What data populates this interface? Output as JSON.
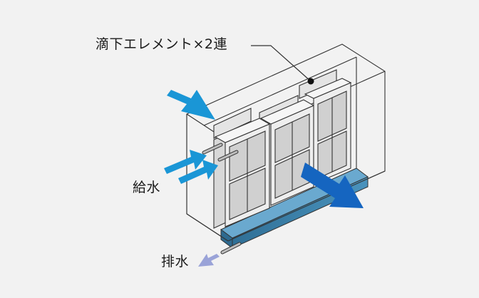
{
  "labels": {
    "element": "滴下エレメント×2連",
    "supply": "給水",
    "drain": "排水"
  },
  "colors": {
    "background": "#f2f2f2",
    "airflow_arrow": "#1a96d6",
    "exit_arrow": "#1565c0",
    "drain_arrow": "#9aa3d8",
    "drain_pan": "#3a7fa8",
    "panel_fill": "#e4e4e4",
    "outline": "#333333"
  }
}
